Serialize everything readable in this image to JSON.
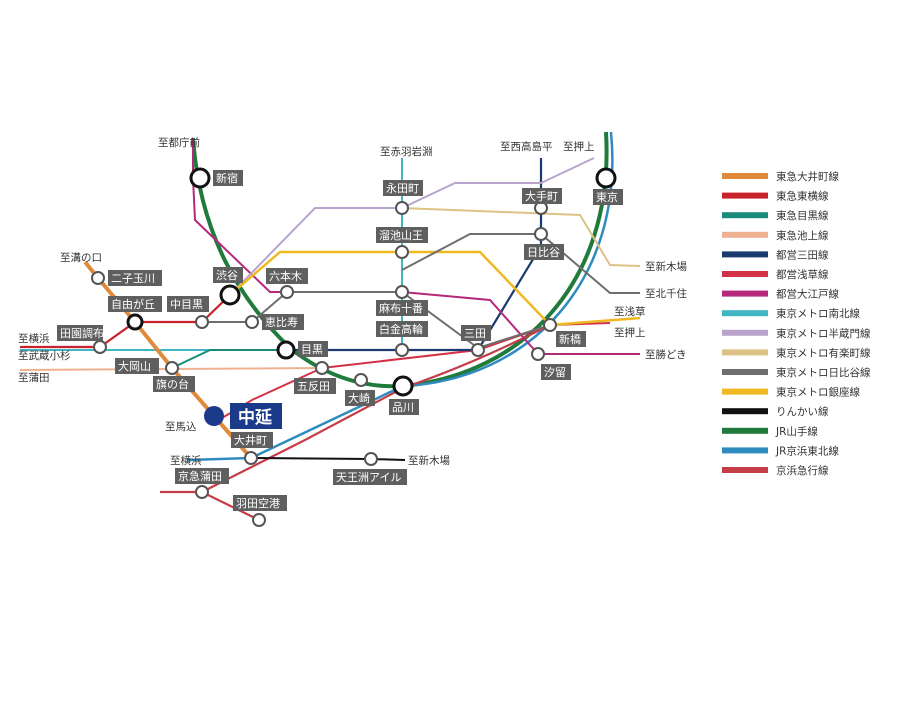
{
  "colors": {
    "oimachi": "#e08a3c",
    "toyoko": "#c8232c",
    "meguro": "#1a8a7a",
    "ikegami": "#eeb293",
    "mita": "#1b3a70",
    "asakusa": "#d33246",
    "oedo": "#b5287a",
    "namboku": "#3fb6c2",
    "hanzomon": "#b9a4ce",
    "yurakucho": "#dcc385",
    "hibiya": "#6e6e6e",
    "ginza": "#f1b921",
    "rinkai": "#111111",
    "yamanote": "#1f7a3c",
    "keihintohoku": "#2e8bc0",
    "keikyu": "#c43d47",
    "highlight": "#1b3a8a"
  },
  "legend": [
    {
      "label": "東急大井町線",
      "color": "#e08a3c"
    },
    {
      "label": "東急東横線",
      "color": "#c8232c"
    },
    {
      "label": "東急目黒線",
      "color": "#1a8a7a"
    },
    {
      "label": "東急池上線",
      "color": "#eeb293"
    },
    {
      "label": "都営三田線",
      "color": "#1b3a70"
    },
    {
      "label": "都営浅草線",
      "color": "#d33246"
    },
    {
      "label": "都営大江戸線",
      "color": "#b5287a"
    },
    {
      "label": "東京メトロ南北線",
      "color": "#3fb6c2"
    },
    {
      "label": "東京メトロ半蔵門線",
      "color": "#b9a4ce"
    },
    {
      "label": "東京メトロ有楽町線",
      "color": "#dcc385"
    },
    {
      "label": "東京メトロ日比谷線",
      "color": "#6e6e6e"
    },
    {
      "label": "東京メトロ銀座線",
      "color": "#f1b921"
    },
    {
      "label": "りんかい線",
      "color": "#111111"
    },
    {
      "label": "JR山手線",
      "color": "#1f7a3c"
    },
    {
      "label": "JR京浜東北線",
      "color": "#2e8bc0"
    },
    {
      "label": "京浜急行線",
      "color": "#c43d47"
    }
  ],
  "highlight_station": "中延",
  "stations": {
    "shinjuku": "新宿",
    "tokyo": "東京",
    "nagatacho": "永田町",
    "otemachi": "大手町",
    "tameike": "溜池山王",
    "hibiya": "日比谷",
    "shibuya": "渋谷",
    "roppongi": "六本木",
    "nakameguro": "中目黒",
    "ebisu": "恵比寿",
    "azabujuban": "麻布十番",
    "shirokane": "白金高輪",
    "mita": "三田",
    "shinbashi": "新橋",
    "shiodome": "汐留",
    "meguro": "目黒",
    "gotanda": "五反田",
    "osaki": "大崎",
    "shinagawa": "品川",
    "futakotamagawa": "二子玉川",
    "jiyugaoka": "自由が丘",
    "denenchofu": "田園調布",
    "ookayama": "大岡山",
    "hatanodai": "旗の台",
    "oimachi": "大井町",
    "tennozu": "天王洲アイル",
    "keikyukamata": "京急蒲田",
    "haneda": "羽田空港"
  },
  "directions": {
    "tochomae": "至都庁前",
    "akabaneiwabuchi": "至赤羽岩淵",
    "nishitakashimadaira": "至西高島平",
    "oshiage_top": "至押上",
    "mizonokuchi": "至溝の口",
    "shinkiba_top": "至新木場",
    "kitasenju": "至北千住",
    "asakusa": "至浅草",
    "oshiage_mid": "至押上",
    "kachidoki": "至勝どき",
    "yokohama_left": "至横浜",
    "musashikosugi": "至武蔵小杉",
    "kamata": "至蒲田",
    "magome": "至馬込",
    "yokohama_bottom": "至横浜",
    "shinkiba_bottom": "至新木場"
  }
}
